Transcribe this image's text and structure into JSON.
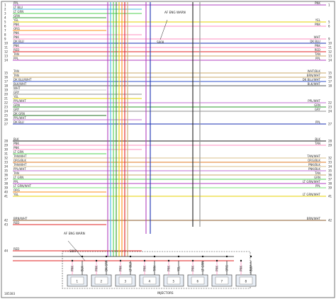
{
  "diagram_id": "185383",
  "splice_labels": [
    "S808",
    "S807"
  ],
  "warn_label": "AF ENG WARN",
  "warn_label_2": "AF ENG WARN",
  "component_label": "INJECTORS",
  "wire_rows": [
    {
      "num": "1",
      "left": "PPL",
      "right": "PNK",
      "color": "#b040c0"
    },
    {
      "num": "2",
      "left": "LT BLU",
      "right": "",
      "color": "#40b8e0"
    },
    {
      "num": "3",
      "left": "LT GRN",
      "right": "",
      "color": "#50d050"
    },
    {
      "num": "4",
      "left": "GRN",
      "right": "",
      "color": "#2e9a2e"
    },
    {
      "num": "5",
      "left": "YEL",
      "right": "YEL",
      "color": "#e6d200"
    },
    {
      "num": "6",
      "left": "PNK",
      "right": "PNK",
      "color": "#ff8fc0"
    },
    {
      "num": "7",
      "left": "ORG",
      "right": "",
      "color": "#ff8c1a"
    },
    {
      "num": "8",
      "left": "PNK",
      "right": "",
      "color": "#ff8fc0"
    },
    {
      "num": "9",
      "left": "PNK",
      "right": "WHT",
      "color": "#ff8fc0"
    },
    {
      "num": "10",
      "left": "DK BLU",
      "right": "DK BLU",
      "color": "#1a2fb0"
    },
    {
      "num": "11",
      "left": "PNK",
      "right": "PNK",
      "color": "#ff8fc0"
    },
    {
      "num": "12",
      "left": "RED",
      "right": "RED",
      "color": "#e02020"
    },
    {
      "num": "13",
      "left": "TAN",
      "right": "TAN",
      "color": "#c8a86a"
    },
    {
      "num": "14",
      "left": "PPL",
      "right": "PPL",
      "color": "#b040c0"
    },
    {
      "num": "15",
      "left": "TAN",
      "right": "WHT/BLK",
      "color": "#c8a86a"
    },
    {
      "num": "16",
      "left": "TAN",
      "right": "BRN/WHT",
      "color": "#c8a86a"
    },
    {
      "num": "17",
      "left": "DK BLU/WHT",
      "right": "DK BLU/WHT",
      "color": "#3050c8"
    },
    {
      "num": "18",
      "left": "BLK/WHT",
      "right": "BLK/WHT",
      "color": "#555555"
    },
    {
      "num": "19",
      "left": "WHT",
      "right": "",
      "color": "#c8c8c8"
    },
    {
      "num": "20",
      "left": "GRY",
      "right": "",
      "color": "#909090"
    },
    {
      "num": "21",
      "left": "YEL",
      "right": "",
      "color": "#e6d200"
    },
    {
      "num": "22",
      "left": "PPL/WHT",
      "right": "PPL/WHT",
      "color": "#c070d0"
    },
    {
      "num": "23",
      "left": "GRN",
      "right": "GRN",
      "color": "#2e9a2e"
    },
    {
      "num": "24",
      "left": "GRY",
      "right": "GRY",
      "color": "#909090"
    },
    {
      "num": "25",
      "left": "DK GRN",
      "right": "",
      "color": "#1f6e1f"
    },
    {
      "num": "26",
      "left": "PPL/WHT",
      "right": "",
      "color": "#c070d0"
    },
    {
      "num": "27",
      "left": "DK BLU",
      "right": "PPL",
      "color": "#1a2fb0"
    },
    {
      "num": "28",
      "left": "BLK",
      "right": "BLK",
      "color": "#222222"
    },
    {
      "num": "29",
      "left": "PNK",
      "right": "TAN",
      "color": "#ff8fc0"
    },
    {
      "num": "30",
      "left": "PNK",
      "right": "",
      "color": "#ff8fc0"
    },
    {
      "num": "31",
      "left": "LT GRN",
      "right": "",
      "color": "#50d050"
    },
    {
      "num": "32",
      "left": "TAN/WHT",
      "right": "TAN/WHT",
      "color": "#d8bf8c"
    },
    {
      "num": "33",
      "left": "ORG/BLK",
      "right": "ORG/BLK",
      "color": "#e07a20"
    },
    {
      "num": "34",
      "left": "TAN/WHT",
      "right": "PNK/BLK",
      "color": "#d8bf8c"
    },
    {
      "num": "35",
      "left": "PPL/WHT",
      "right": "PNK/BLK",
      "color": "#c070d0"
    },
    {
      "num": "36",
      "left": "TAN",
      "right": "TAN",
      "color": "#c8a86a"
    },
    {
      "num": "37",
      "left": "LT GRN",
      "right": "GRN",
      "color": "#50d050"
    },
    {
      "num": "38",
      "left": "PPL",
      "right": "LT GRN/WHT",
      "color": "#b040c0"
    },
    {
      "num": "39",
      "left": "LT GRN/WHT",
      "right": "PPL",
      "color": "#7ae07a"
    },
    {
      "num": "40",
      "left": "ORG",
      "right": "",
      "color": "#ff8c1a"
    },
    {
      "num": "41",
      "left": "YEL",
      "right": "LT GRN/WHT",
      "color": "#e6d200"
    },
    {
      "num": "42",
      "left": "BRN/WHT",
      "right": "BRN/WHT",
      "color": "#8a5a2a"
    },
    {
      "num": "43",
      "left": "RED",
      "right": "",
      "color": "#e02020"
    },
    {
      "num": "44",
      "left": "RED",
      "right": "",
      "color": "#e02020"
    }
  ],
  "injectors": [
    {
      "label": "1",
      "pins": [
        "PNK",
        "BLK"
      ]
    },
    {
      "label": "2",
      "pins": [
        "PNK",
        "DK GRN"
      ]
    },
    {
      "label": "3",
      "pins": [
        "PNK",
        "LT BLU"
      ]
    },
    {
      "label": "4",
      "pins": [
        "PNK",
        "TAN"
      ]
    },
    {
      "label": "5",
      "pins": [
        "PNK",
        "YEL"
      ]
    },
    {
      "label": "6",
      "pins": [
        "PNK",
        "LT GRN"
      ]
    },
    {
      "label": "7",
      "pins": [
        "PNK",
        "ORG"
      ]
    },
    {
      "label": "8",
      "pins": [
        "PNK",
        "BLU"
      ]
    }
  ],
  "vertical_wires": [
    {
      "name": "PPL",
      "color": "#b040c0"
    },
    {
      "name": "LT BLU",
      "color": "#40b8e0"
    },
    {
      "name": "LT GRN",
      "color": "#50d050"
    },
    {
      "name": "GRN",
      "color": "#2e9a2e"
    },
    {
      "name": "YEL",
      "color": "#e6d200"
    },
    {
      "name": "ORG",
      "color": "#ff8c1a"
    },
    {
      "name": "RED",
      "color": "#e02020"
    },
    {
      "name": "TAN",
      "color": "#c8a86a"
    },
    {
      "name": "PPL",
      "color": "#b040c0"
    },
    {
      "name": "DK BLU",
      "color": "#1a2fb0"
    },
    {
      "name": "BLK",
      "color": "#222222"
    },
    {
      "name": "GRY",
      "color": "#909090"
    }
  ]
}
